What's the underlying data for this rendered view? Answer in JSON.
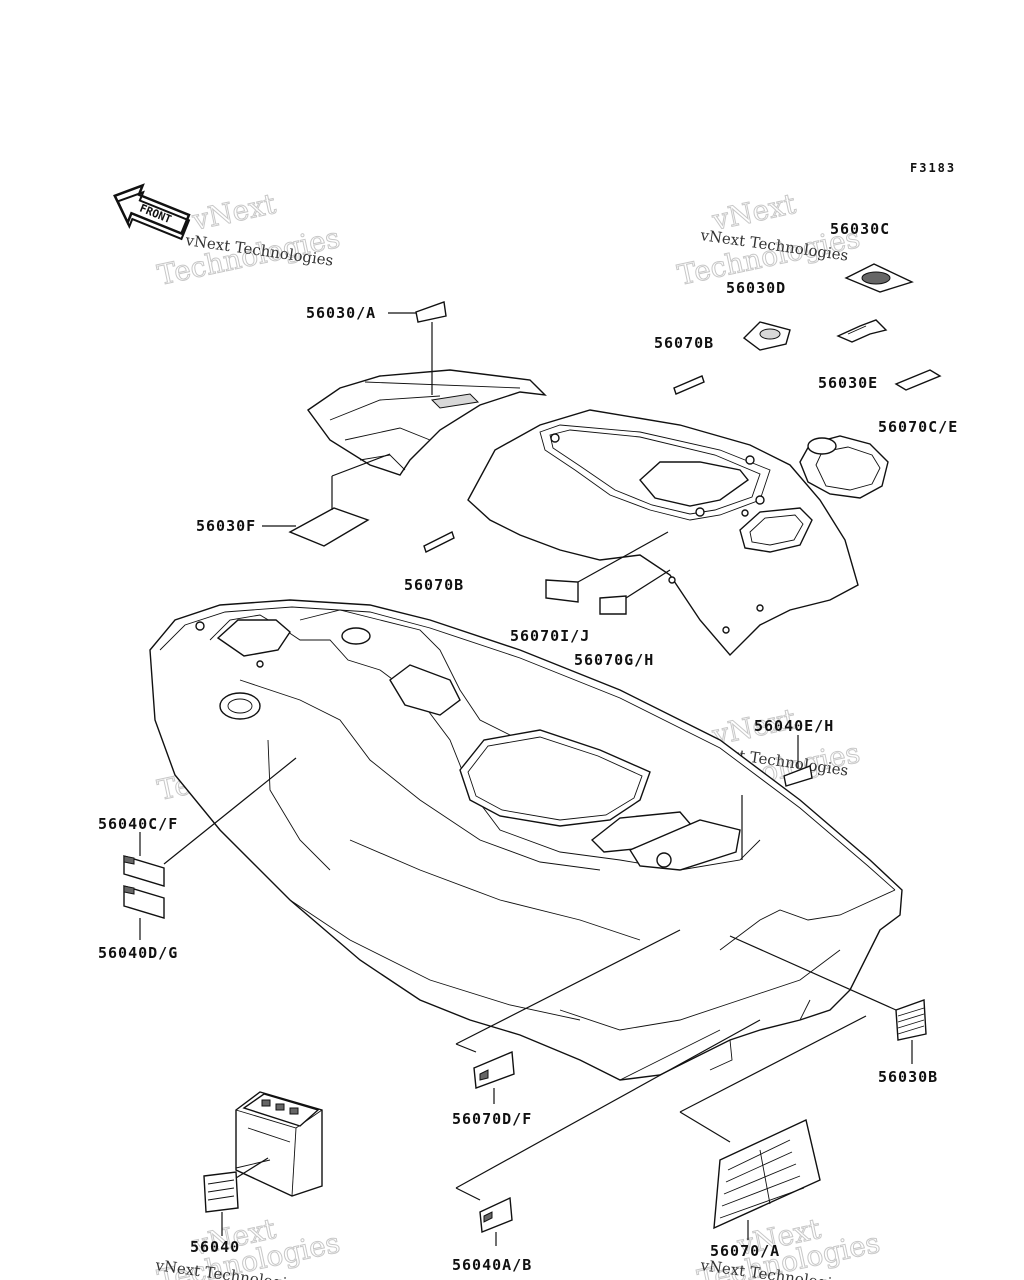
{
  "figure_id": "F3183",
  "front_arrow_text": "FRONT",
  "watermark": {
    "small_text": "vNext Technologies",
    "big_line1": "vNext",
    "big_line2": "Technologies"
  },
  "labels": {
    "p56030a": "56030/A",
    "p56030f": "56030F",
    "p56070b_top": "56070B",
    "p56070b_mid": "56070B",
    "p56030c": "56030C",
    "p56030d": "56030D",
    "p56030e": "56030E",
    "p56070ce": "56070C/E",
    "p56070ij": "56070I/J",
    "p56070gh": "56070G/H",
    "p56040eh": "56040E/H",
    "p56040cf": "56040C/F",
    "p56040dg": "56040D/G",
    "p56030b": "56030B",
    "p56070df": "56070D/F",
    "p56040": "56040",
    "p56040ab": "56040A/B",
    "p56070a": "56070/A"
  }
}
